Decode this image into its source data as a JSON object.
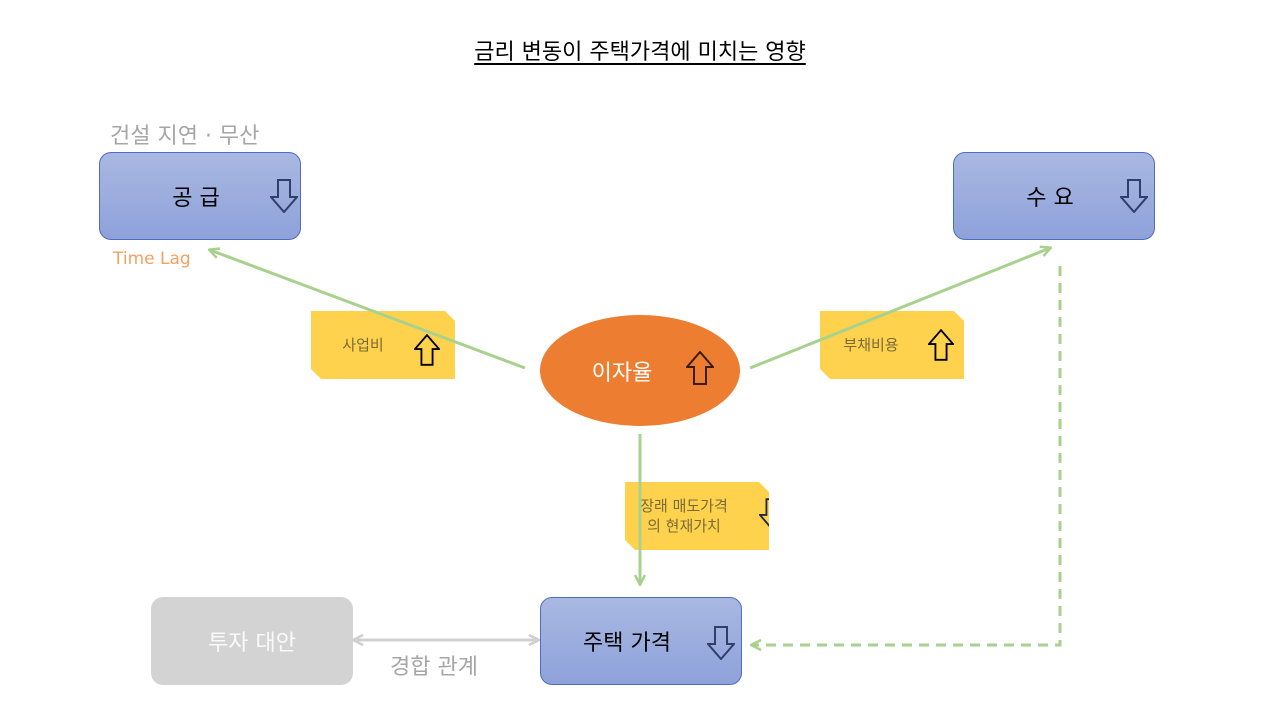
{
  "title": "금리 변동이 주택가격에 미치는 영향",
  "supply": {
    "label": "공 급",
    "caption": "건설 지연 · 무산",
    "lag": "Time Lag"
  },
  "demand": {
    "label": "수 요"
  },
  "rate": {
    "label": "이자율"
  },
  "house": {
    "label": "주택 가격"
  },
  "invest": {
    "label": "투자 대안"
  },
  "competition": "경합 관계",
  "notes": {
    "project_cost": "사업비",
    "debt_cost": "부채비용",
    "future_price_1": "장래 매도가격",
    "future_price_2": "의 현재가치"
  },
  "colors": {
    "box": "#8ea2da",
    "ellipse": "#ed7d31",
    "note": "#ffd24d",
    "arrow": "#a9d18e",
    "gray": "#d3d3d3"
  }
}
